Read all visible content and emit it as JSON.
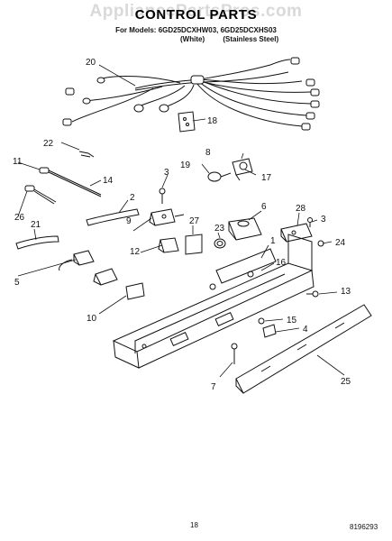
{
  "watermark": "AppliancePartsPros.com",
  "header": {
    "title": "CONTROL PARTS",
    "models_line": "For Models: 6GD25DCXHW03, 6GD25DCXHS03",
    "variant_1": "(White)",
    "variant_2": "(Stainless Steel)"
  },
  "callouts": {
    "c1": "1",
    "c2": "2",
    "c3a": "3",
    "c3b": "3",
    "c4": "4",
    "c5": "5",
    "c6": "6",
    "c7": "7",
    "c8": "8",
    "c9": "9",
    "c10": "10",
    "c11": "11",
    "c12": "12",
    "c13": "13",
    "c14": "14",
    "c15": "15",
    "c16": "16",
    "c17": "17",
    "c18": "18",
    "c19": "19",
    "c20": "20",
    "c21": "21",
    "c22": "22",
    "c23": "23",
    "c24": "24",
    "c25": "25",
    "c26": "26",
    "c27": "27",
    "c28": "28"
  },
  "footer": {
    "page_number": "18",
    "document_number": "8196293"
  }
}
